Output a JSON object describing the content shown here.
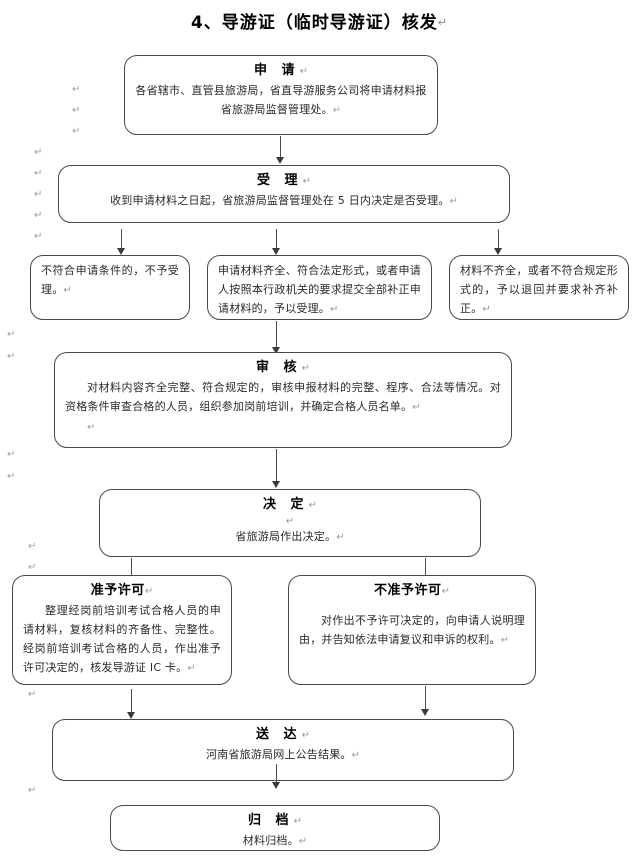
{
  "document": {
    "title": "4、导游证（临时导游证）核发",
    "pilcrow_glyph": "↵"
  },
  "flow": {
    "nodes": [
      {
        "id": "apply",
        "title": "申  请",
        "body": "各省辖市、直管县旅游局，省直导游服务公司将申请材料报省旅游局监督管理处。"
      },
      {
        "id": "accept",
        "title": "受  理",
        "body": "收到申请材料之日起，省旅游局监督管理处在 5 日内决定是否受理。"
      },
      {
        "id": "not-accept",
        "title": "",
        "body": "不符合申请条件的，不予受理。"
      },
      {
        "id": "accept-ok",
        "title": "",
        "body": "申请材料齐全、符合法定形式，或者申请人按照本行政机关的要求提交全部补正申请材料的，予以受理。"
      },
      {
        "id": "return-材料",
        "title": "",
        "body": "材料不齐全，或者不符合规定形式的，予以退回并要求补齐补正。"
      },
      {
        "id": "review",
        "title": "审  核",
        "body": "对材料内容齐全完整、符合规定的，审核申报材料的完整、程序、合法等情况。对资格条件审查合格的人员，组织参加岗前培训，并确定合格人员名单。"
      },
      {
        "id": "decide",
        "title": "决  定",
        "body": "省旅游局作出决定。"
      },
      {
        "id": "permit",
        "title": "准予许可",
        "body": "整理经岗前培训考试合格人员的申请材料，复核材料的齐备性、完整性。经岗前培训考试合格的人员，作出准予许可决定的，核发导游证 IC 卡。"
      },
      {
        "id": "no-permit",
        "title": "不准予许可",
        "body": "对作出不予许可决定的，向申请人说明理由，并告知依法申请复议和申诉的权利。"
      },
      {
        "id": "deliver",
        "title": "送  达",
        "body": "河南省旅游局网上公告结果。"
      },
      {
        "id": "archive",
        "title": "归  档",
        "body": "材料归档。"
      }
    ]
  },
  "colors": {
    "border": "#4a4a4a",
    "arrow": "#3a3a3a",
    "text": "#000000",
    "body_text": "#2a2a2a",
    "mark": "#9d9d9d"
  }
}
